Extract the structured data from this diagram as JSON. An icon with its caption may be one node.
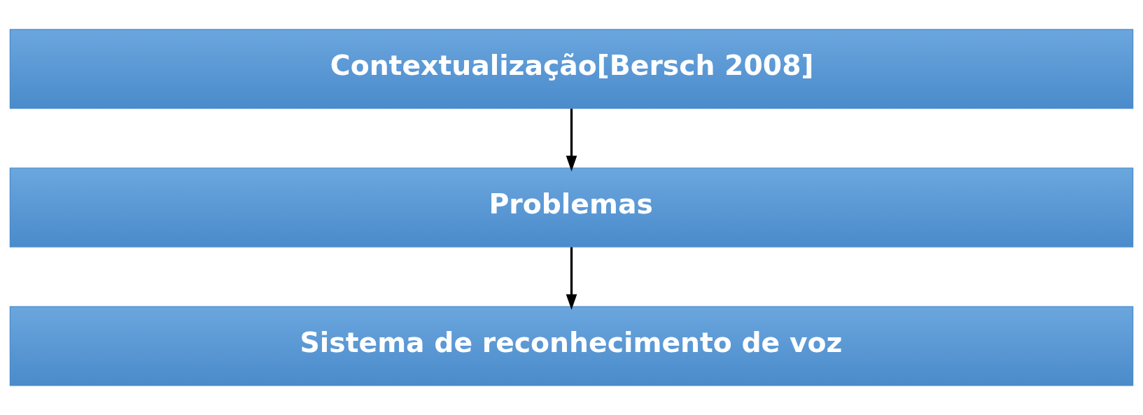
{
  "diagram": {
    "nodes": [
      {
        "text": [
          "Contextualização[Bersch 2008]"
        ]
      },
      {
        "text": [
          "Problemas"
        ]
      },
      {
        "text": [
          "Sistema de reconhecimento de voz"
        ]
      }
    ],
    "edges": [
      {
        "from": 0,
        "to": 1,
        "arrow": "to"
      },
      {
        "from": 1,
        "to": 2,
        "arrow": "to"
      }
    ]
  }
}
